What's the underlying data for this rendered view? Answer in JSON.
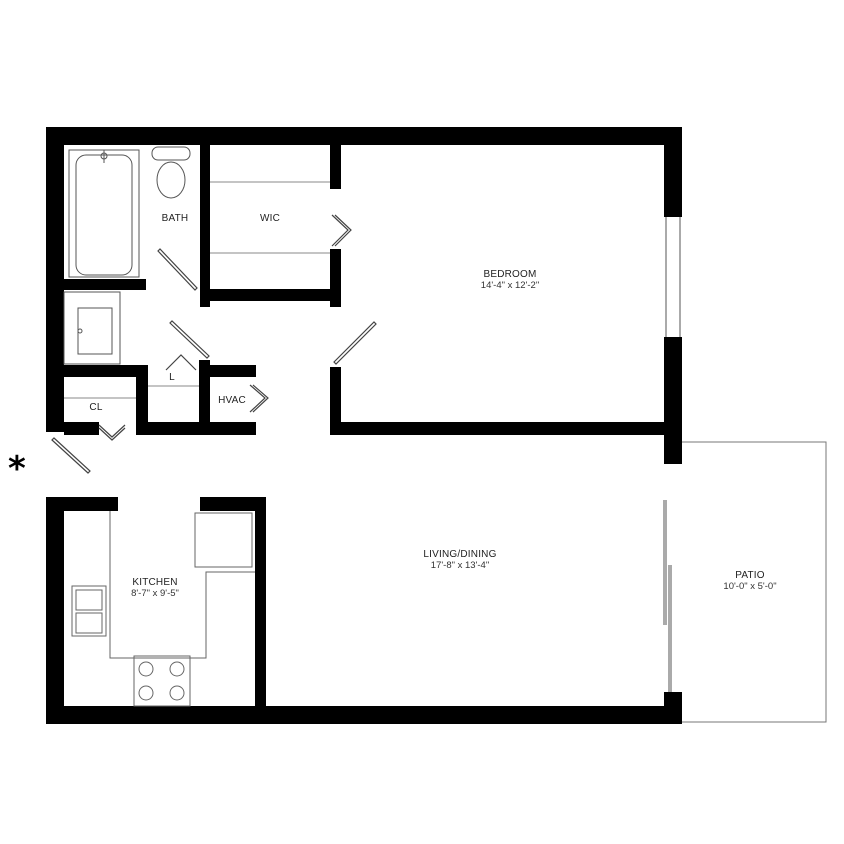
{
  "rooms": {
    "bath": {
      "name": "BATH"
    },
    "wic": {
      "name": "WIC"
    },
    "bedroom": {
      "name": "BEDROOM",
      "dimensions": "14'-4\" x 12'-2\""
    },
    "linen": {
      "name": "L"
    },
    "hvac": {
      "name": "HVAC"
    },
    "closet": {
      "name": "CL"
    },
    "kitchen": {
      "name": "KITCHEN",
      "dimensions": "8'-7\" x 9'-5\""
    },
    "living_dining": {
      "name": "LIVING/DINING",
      "dimensions": "17'-8\" x 13'-4\""
    },
    "patio": {
      "name": "PATIO",
      "dimensions": "10'-0\" x 5'-0\""
    }
  },
  "entry_marker": "*",
  "colors": {
    "wall": "#000000",
    "fixture": "#555555",
    "background": "#ffffff"
  }
}
